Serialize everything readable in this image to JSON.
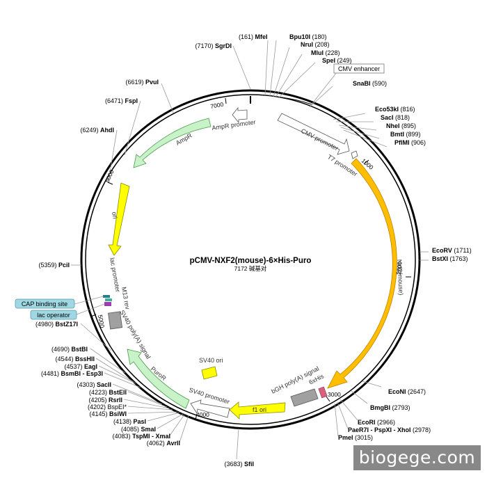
{
  "title": "pCMV-NXF2(mouse)-6×His-Puro",
  "subtitle": "7172 碱基对",
  "watermark": "biogege.com",
  "colors": {
    "amp": "#c8f2c8",
    "puro": "#c8f2c8",
    "ori": "#ffff00",
    "f1ori": "#ffff00",
    "sv40ori": "#ffff00",
    "gene": "#ffbf00",
    "promoter": "#ffffff",
    "polya": "#a0a0a0",
    "his": "#d9607d",
    "callout": "#9fd8e3"
  },
  "sites": [
    {
      "name": "MfeI",
      "pos": "(161)",
      "side": "left"
    },
    {
      "name": "Bpu10I",
      "pos": "(180)",
      "side": "right"
    },
    {
      "name": "NruI",
      "pos": "(208)",
      "side": "right"
    },
    {
      "name": "MluI",
      "pos": "(228)",
      "side": "right"
    },
    {
      "name": "SpeI",
      "pos": "(249)",
      "side": "right"
    },
    {
      "name": "SnaBI",
      "pos": "(590)",
      "side": "right"
    },
    {
      "name": "Eco53kI",
      "pos": "(816)",
      "side": "right"
    },
    {
      "name": "SacI",
      "pos": "(818)",
      "side": "right"
    },
    {
      "name": "NheI",
      "pos": "(895)",
      "side": "right"
    },
    {
      "name": "BmtI",
      "pos": "(899)",
      "side": "right"
    },
    {
      "name": "PflMI",
      "pos": "(906)",
      "side": "right"
    },
    {
      "name": "EcoRV",
      "pos": "(1711)",
      "side": "right"
    },
    {
      "name": "BstXI",
      "pos": "(1763)",
      "side": "right"
    },
    {
      "name": "EcoNI",
      "pos": "(2647)",
      "side": "right"
    },
    {
      "name": "BmgBI",
      "pos": "(2793)",
      "side": "right"
    },
    {
      "name": "EcoRI",
      "pos": "(2966)",
      "side": "right"
    },
    {
      "name": "PaeR7I - PspXI - XhoI",
      "pos": "(2978)",
      "side": "right"
    },
    {
      "name": "PmeI",
      "pos": "(3015)",
      "side": "right"
    },
    {
      "name": "SfiI",
      "pos": "(3683)",
      "side": "left"
    },
    {
      "name": "AvrII",
      "pos": "(4062)",
      "side": "left"
    },
    {
      "name": "TspMI - XmaI",
      "pos": "(4083)",
      "side": "left"
    },
    {
      "name": "SmaI",
      "pos": "(4085)",
      "side": "left"
    },
    {
      "name": "PasI",
      "pos": "(4138)",
      "side": "left"
    },
    {
      "name": "BsiWI",
      "pos": "(4145)",
      "side": "left"
    },
    {
      "name": "BspEI*",
      "pos": "(4202)",
      "side": "left"
    },
    {
      "name": "RsrII",
      "pos": "(4205)",
      "side": "left"
    },
    {
      "name": "BstEII",
      "pos": "(4223)",
      "side": "left"
    },
    {
      "name": "SacII",
      "pos": "(4303)",
      "side": "left"
    },
    {
      "name": "BsmBI - Esp3I",
      "pos": "(4481)",
      "side": "left"
    },
    {
      "name": "EagI",
      "pos": "(4537)",
      "side": "left"
    },
    {
      "name": "BssHII",
      "pos": "(4544)",
      "side": "left"
    },
    {
      "name": "BstBI",
      "pos": "(4690)",
      "side": "left"
    },
    {
      "name": "BstZ17I",
      "pos": "(4980)",
      "side": "left"
    },
    {
      "name": "PciI",
      "pos": "(5359)",
      "side": "left"
    },
    {
      "name": "AhdI",
      "pos": "(6249)",
      "side": "left"
    },
    {
      "name": "FspI",
      "pos": "(6471)",
      "side": "left"
    },
    {
      "name": "PvuI",
      "pos": "(6619)",
      "side": "left"
    },
    {
      "name": "SgrDI",
      "pos": "(7170)",
      "side": "left"
    }
  ],
  "features": {
    "cmv_enhancer": "CMV enhancer",
    "cmv_promoter": "CMV promoter",
    "t7_promoter": "T7 promoter",
    "nxf2": "Nxf2(mouse)",
    "his": "6xHis",
    "bgh": "bGH poly(A) signal",
    "f1ori": "f1 ori",
    "sv40_promoter": "SV40 promoter",
    "puror": "PuroR",
    "sv40_polya": "SV40 poly(A) signal",
    "sv40_ori": "SV40 ori",
    "m13rev": "M13 rev",
    "lac_promoter": "lac promoter",
    "cap": "CAP binding site",
    "lac_operator": "lac operator",
    "ori": "ori",
    "ampr": "AmpR",
    "ampr_promoter": "AmpR promoter"
  },
  "ticks": {
    "t1000": "1000",
    "t2000": "2000",
    "t3000": "3000",
    "t4000": "4000",
    "t5000": "5000",
    "t6000": "6000",
    "t7000": "7000"
  }
}
